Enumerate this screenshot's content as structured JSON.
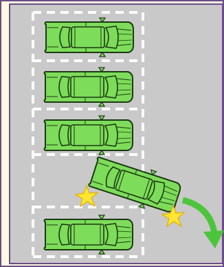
{
  "scene": {
    "description_key": "parking-lot-collision",
    "parked_car_count": 4,
    "moving_car_count": 1,
    "impact_star_count": 2,
    "direction_arrow": "curved-arrow-down",
    "colors": {
      "frame_border": "#6b4c8a",
      "frame_fill": "#fff9e0",
      "lot_surface": "#c9c9c9",
      "lane_lines": "#ffffff",
      "car_body": "#7ddc5a",
      "car_outline": "#1a3a10",
      "impact_star": "#ffe633",
      "arrow": "#4cc43c"
    }
  }
}
